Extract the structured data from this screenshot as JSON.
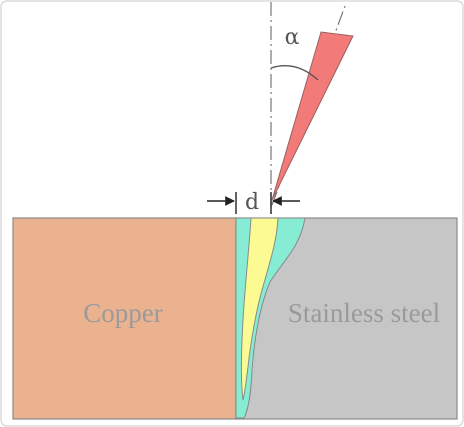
{
  "labels": {
    "left_material": "Copper",
    "right_material": "Stainless steel",
    "offset_symbol": "d",
    "angle_symbol": "α"
  },
  "colors": {
    "copper": "#eab28f",
    "steel": "#c6c6c6",
    "outer_zone": "#86ecd4",
    "inner_zone": "#fbfa93",
    "beam": "#f27a78",
    "outline": "#8a8a8a",
    "frame": "#d7d7d7"
  }
}
